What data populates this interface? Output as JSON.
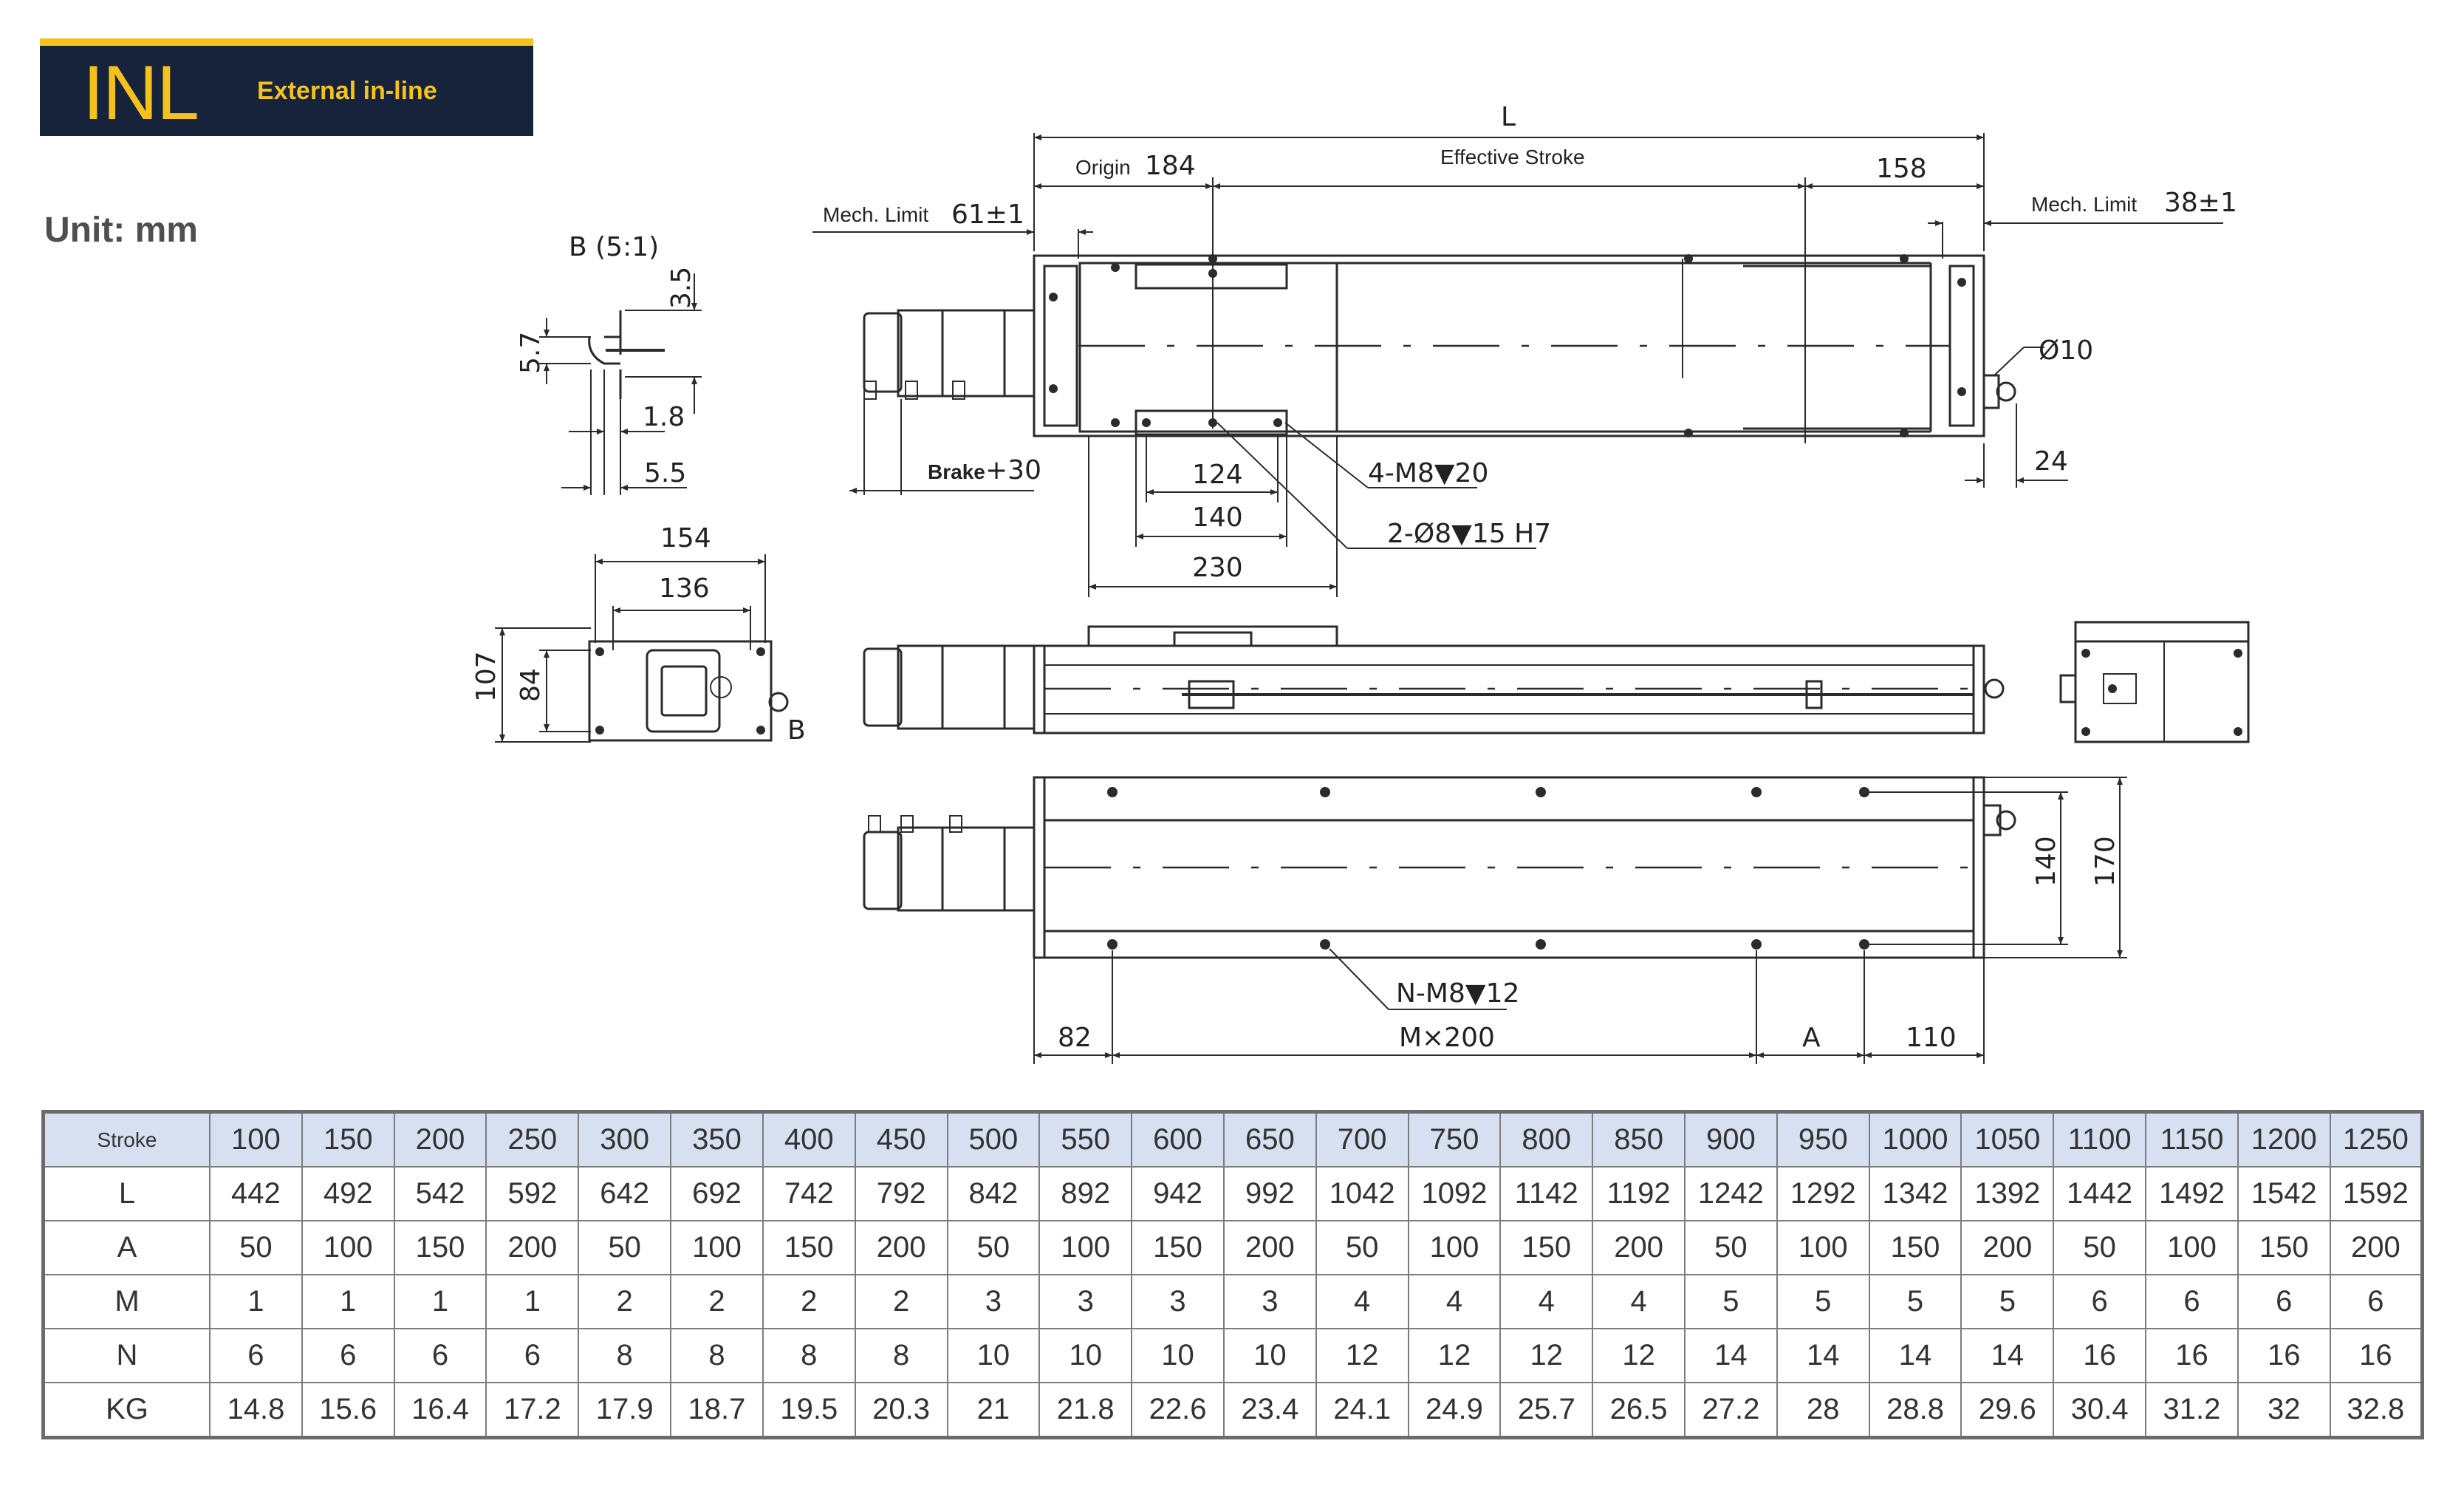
{
  "header": {
    "model": "INL",
    "subtitle": "External in-line",
    "unit_note": "Unit: mm"
  },
  "colors": {
    "banner_bg": "#17223b",
    "banner_accent": "#f5c21b",
    "table_header_bg": "#d6e0f0"
  },
  "detail_view": {
    "label": "B (5:1)",
    "dims": {
      "d1": "3.5",
      "d2": "5.7",
      "d3": "1.8",
      "d4": "5.5"
    }
  },
  "end_view": {
    "dims": {
      "w_outer": "154",
      "w_inner": "136",
      "h_outer": "107",
      "h_inner": "84"
    },
    "detail_ref": "B"
  },
  "top_view": {
    "overall": "L",
    "origin_label": "Origin",
    "origin_value": "184",
    "effective_stroke_label": "Effective Stroke",
    "right_offset": "158",
    "mech_limit_label": "Mech. Limit",
    "mech_limit_left": "61±1",
    "mech_limit_right": "38±1",
    "brake_label": "Brake",
    "brake_value": "+30",
    "pin_dia": "Ø10",
    "end_offset": "24",
    "carriage_124": "124",
    "carriage_140": "140",
    "carriage_230": "230",
    "callout_tap": "4-M8▼20",
    "callout_pin": "2-Ø8▼15  H7"
  },
  "bottom_view": {
    "d_82": "82",
    "d_mx": "M×200",
    "d_a": "A",
    "d_110": "110",
    "d_140": "140",
    "d_170": "170",
    "callout_n": "N-M8▼12"
  },
  "spec_table": {
    "rows": [
      {
        "label": "Stroke",
        "values": [
          "100",
          "150",
          "200",
          "250",
          "300",
          "350",
          "400",
          "450",
          "500",
          "550",
          "600",
          "650",
          "700",
          "750",
          "800",
          "850",
          "900",
          "950",
          "1000",
          "1050",
          "1100",
          "1150",
          "1200",
          "1250"
        ]
      },
      {
        "label": "L",
        "values": [
          "442",
          "492",
          "542",
          "592",
          "642",
          "692",
          "742",
          "792",
          "842",
          "892",
          "942",
          "992",
          "1042",
          "1092",
          "1142",
          "1192",
          "1242",
          "1292",
          "1342",
          "1392",
          "1442",
          "1492",
          "1542",
          "1592"
        ]
      },
      {
        "label": "A",
        "values": [
          "50",
          "100",
          "150",
          "200",
          "50",
          "100",
          "150",
          "200",
          "50",
          "100",
          "150",
          "200",
          "50",
          "100",
          "150",
          "200",
          "50",
          "100",
          "150",
          "200",
          "50",
          "100",
          "150",
          "200"
        ]
      },
      {
        "label": "M",
        "values": [
          "1",
          "1",
          "1",
          "1",
          "2",
          "2",
          "2",
          "2",
          "3",
          "3",
          "3",
          "3",
          "4",
          "4",
          "4",
          "4",
          "5",
          "5",
          "5",
          "5",
          "6",
          "6",
          "6",
          "6"
        ]
      },
      {
        "label": "N",
        "values": [
          "6",
          "6",
          "6",
          "6",
          "8",
          "8",
          "8",
          "8",
          "10",
          "10",
          "10",
          "10",
          "12",
          "12",
          "12",
          "12",
          "14",
          "14",
          "14",
          "14",
          "16",
          "16",
          "16",
          "16"
        ]
      },
      {
        "label": "KG",
        "values": [
          "14.8",
          "15.6",
          "16.4",
          "17.2",
          "17.9",
          "18.7",
          "19.5",
          "20.3",
          "21",
          "21.8",
          "22.6",
          "23.4",
          "24.1",
          "24.9",
          "25.7",
          "26.5",
          "27.2",
          "28",
          "28.8",
          "29.6",
          "30.4",
          "31.2",
          "32",
          "32.8"
        ]
      }
    ]
  }
}
